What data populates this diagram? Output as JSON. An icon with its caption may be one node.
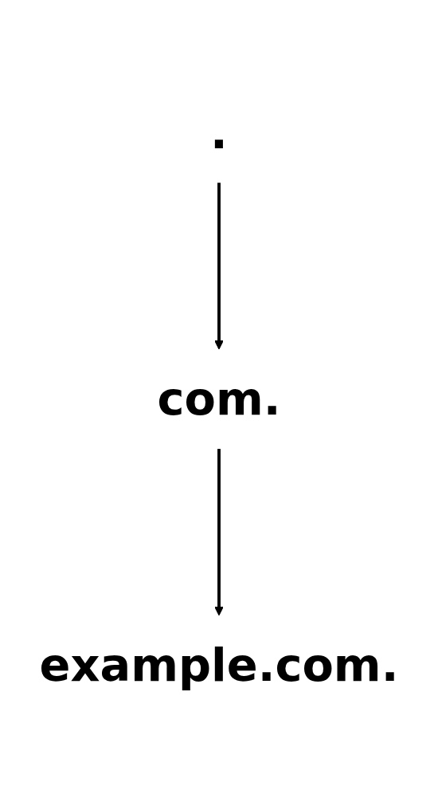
{
  "diagram": {
    "nodes": [
      {
        "text": [
          "."
        ]
      },
      {
        "text": [
          "com."
        ]
      },
      {
        "text": [
          "example.com."
        ]
      }
    ],
    "edges": [
      {
        "from": 0,
        "to": 1,
        "arrow": "to"
      },
      {
        "from": 1,
        "to": 2,
        "arrow": "to"
      }
    ]
  }
}
